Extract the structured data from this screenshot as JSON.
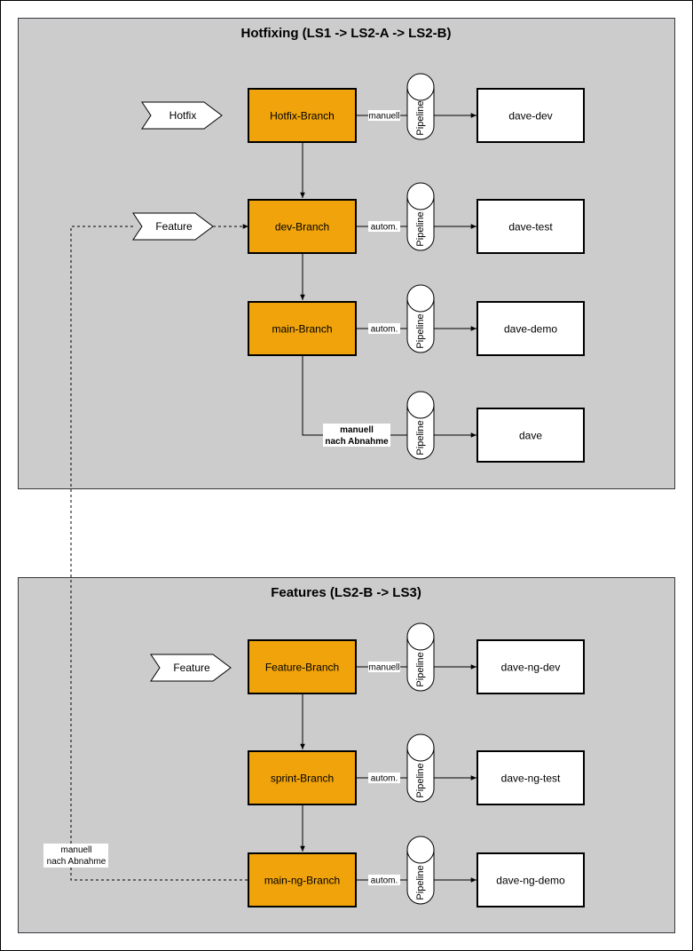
{
  "sections": [
    {
      "title": "Hotfixing (LS1 -> LS2-A -> LS2-B)",
      "sources": [
        {
          "label": "Hotfix",
          "dashed": false
        },
        {
          "label": "Feature",
          "dashed": true
        }
      ],
      "branches": [
        {
          "label": "Hotfix-Branch",
          "edge_label": "manuell",
          "target": "dave-dev"
        },
        {
          "label": "dev-Branch",
          "edge_label": "autom.",
          "target": "dave-test"
        },
        {
          "label": "main-Branch",
          "edge_label": "autom.",
          "target": "dave-demo"
        }
      ],
      "extra": {
        "edge_label_line1": "manuell",
        "edge_label_line2": "nach Abnahme",
        "target": "dave"
      }
    },
    {
      "title": "Features (LS2-B -> LS3)",
      "sources": [
        {
          "label": "Feature",
          "dashed": false
        }
      ],
      "branches": [
        {
          "label": "Feature-Branch",
          "edge_label": "manuell",
          "target": "dave-ng-dev"
        },
        {
          "label": "sprint-Branch",
          "edge_label": "autom.",
          "target": "dave-ng-test"
        },
        {
          "label": "main-ng-Branch",
          "edge_label": "autom.",
          "target": "dave-ng-demo"
        }
      ]
    }
  ],
  "pipeline_label": "Pipeline",
  "merge_back": {
    "label_line1": "manuell",
    "label_line2": "nach Abnahme"
  },
  "colors": {
    "panel": "#cccccc",
    "branch": "#f0a30a",
    "target": "#ffffff",
    "stroke": "#000000"
  }
}
